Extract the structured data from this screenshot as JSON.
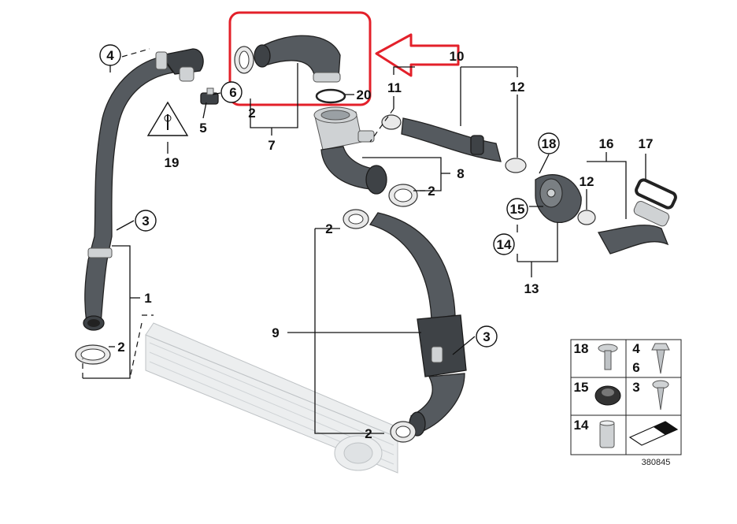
{
  "diagram": {
    "catalog_number": "380845",
    "callouts": {
      "c1": "1",
      "c2a": "2",
      "c2b": "2",
      "c2c": "2",
      "c2d": "2",
      "c2e": "2",
      "c3a": "3",
      "c3b": "3",
      "c4": "4",
      "c5": "5",
      "c6": "6",
      "c7": "7",
      "c8": "8",
      "c9": "9",
      "c10": "10",
      "c11": "11",
      "c12a": "12",
      "c12b": "12",
      "c13": "13",
      "c14": "14",
      "c15": "15",
      "c16": "16",
      "c17": "17",
      "c18": "18",
      "c19": "19",
      "c20": "20"
    },
    "legend": {
      "l18": "18",
      "l4": "4",
      "l6": "6",
      "l15": "15",
      "l3": "3",
      "l14": "14"
    },
    "highlight_color": "#e3202a"
  }
}
